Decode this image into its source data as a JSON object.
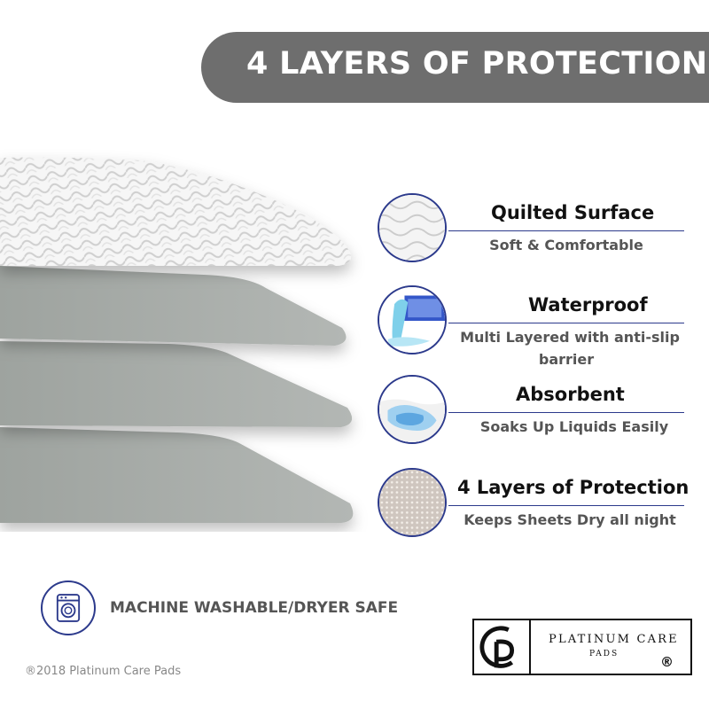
{
  "banner": {
    "title": "4 LAYERS OF PROTECTION",
    "color": "#6e6e6e"
  },
  "features": [
    {
      "title": "Quilted Surface",
      "subtitle": "Soft & Comfortable",
      "icon": "quilted-fabric-icon"
    },
    {
      "title": "Waterproof",
      "subtitle_line1": "Multi Layered with anti-slip",
      "subtitle_line2": "barrier",
      "icon": "water-splash-icon"
    },
    {
      "title": "Absorbent",
      "subtitle": "Soaks Up Liquids Easily",
      "icon": "absorbent-pad-icon"
    },
    {
      "title": "4 Layers of Protection",
      "subtitle": "Keeps Sheets Dry all night",
      "icon": "dotted-backing-icon"
    }
  ],
  "washable": {
    "label": "MACHINE WASHABLE/DRYER SAFE",
    "icon": "washing-machine-icon"
  },
  "copyright": "®2018 Platinum Care Pads",
  "logo": {
    "line1": "PLATINUM CARE",
    "line2": "PADS",
    "reg": "®"
  },
  "colors": {
    "accent": "#2c3a8c",
    "layer": "#a9aeab",
    "text_gray": "#555555"
  }
}
